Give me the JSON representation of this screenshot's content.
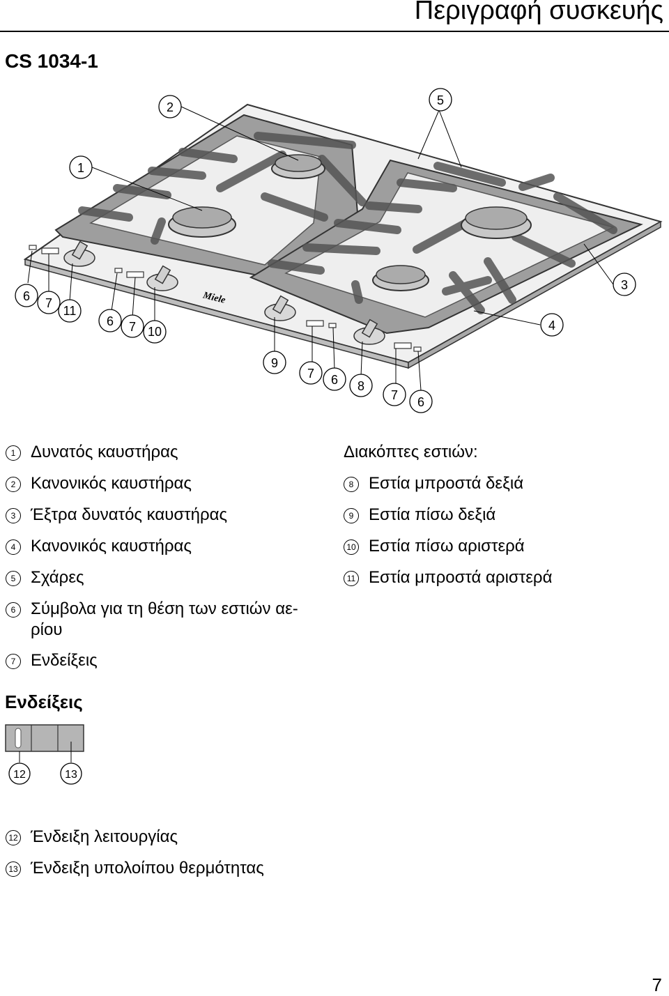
{
  "header": {
    "title": "Περιγραφή συσκευής"
  },
  "model": "CS 1034-1",
  "illustration_callouts": {
    "c1": "1",
    "c2": "2",
    "c3": "3",
    "c4": "4",
    "c5": "5",
    "c6": "6",
    "c7": "7",
    "c8": "8",
    "c9": "9",
    "c10": "10",
    "c11": "11"
  },
  "brand_logo_text": "Miele",
  "legend_left": [
    {
      "num": "1",
      "text": "Δυνατός καυστήρας"
    },
    {
      "num": "2",
      "text": "Κανονικός καυστήρας"
    },
    {
      "num": "3",
      "text": "Έξτρα δυνατός καυστήρας"
    },
    {
      "num": "4",
      "text": "Κανονικός καυστήρας"
    },
    {
      "num": "5",
      "text": "Σχάρες"
    },
    {
      "num": "6",
      "text": "Σύμβολα για τη θέση των εστιών αε-",
      "text2": "ρίου"
    },
    {
      "num": "7",
      "text": "Ενδείξεις"
    }
  ],
  "switches_heading": "Διακόπτες εστιών:",
  "legend_right": [
    {
      "num": "8",
      "text": "Εστία μπροστά δεξιά"
    },
    {
      "num": "9",
      "text": "Εστία πίσω δεξιά"
    },
    {
      "num": "10",
      "text": "Εστία πίσω αριστερά"
    },
    {
      "num": "11",
      "text": "Εστία μπροστά αριστερά"
    }
  ],
  "indicators_heading": "Ενδείξεις",
  "indicator_callouts": {
    "c12": "12",
    "c13": "13"
  },
  "legend_bottom": [
    {
      "num": "12",
      "text": "Ένδειξη λειτουργίας"
    },
    {
      "num": "13",
      "text": "Ένδειξη υπολοίπου θερμότητας"
    }
  ],
  "page_number": "7"
}
